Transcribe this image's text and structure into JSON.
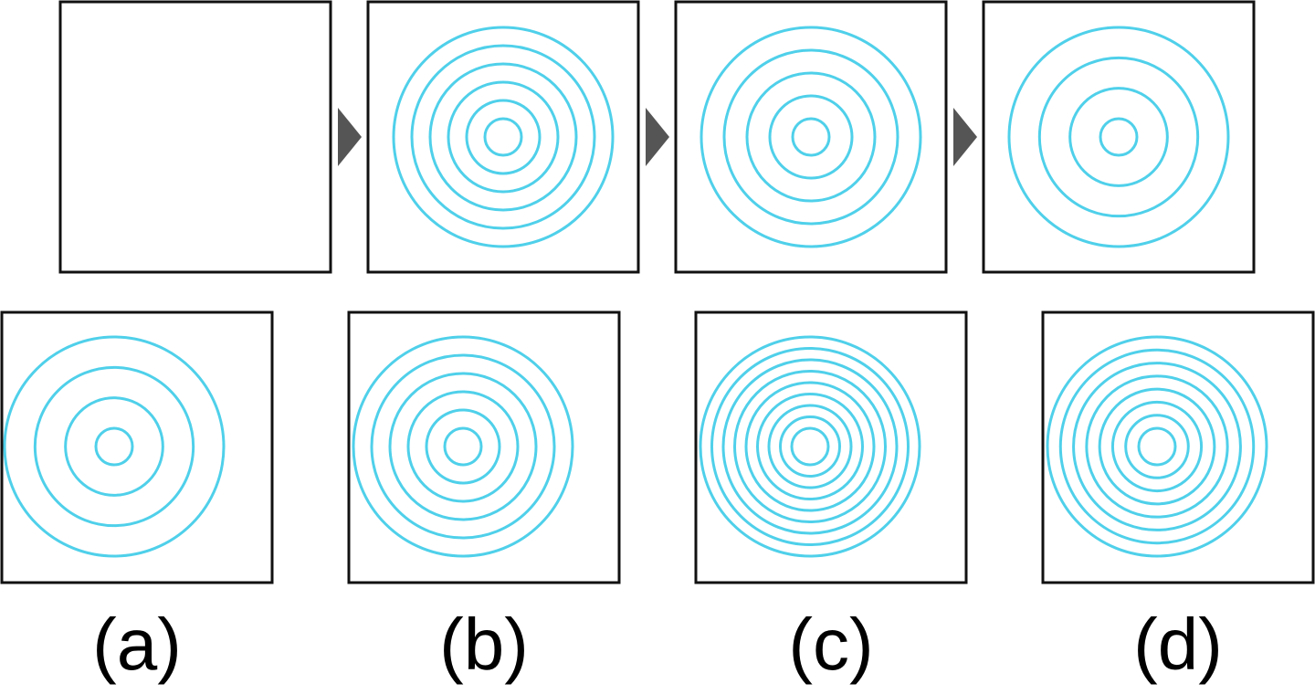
{
  "colors": {
    "ring": "#4fd0ea",
    "frame": "#111111",
    "arrow": "#555555",
    "background": "#ffffff"
  },
  "sequence": [
    {
      "panel": 1,
      "ring_count": 0,
      "empty": true
    },
    {
      "panel": 2,
      "ring_count": 6
    },
    {
      "panel": 3,
      "ring_count": 5
    },
    {
      "panel": 4,
      "ring_count": 4
    }
  ],
  "sequence_connector": "right-pointing-triangle",
  "options": [
    {
      "label": "(a)",
      "ring_count": 4,
      "offset": "left"
    },
    {
      "label": "(b)",
      "ring_count": 6
    },
    {
      "label": "(c)",
      "ring_count": 9
    },
    {
      "label": "(d)",
      "ring_count": 8
    }
  ]
}
